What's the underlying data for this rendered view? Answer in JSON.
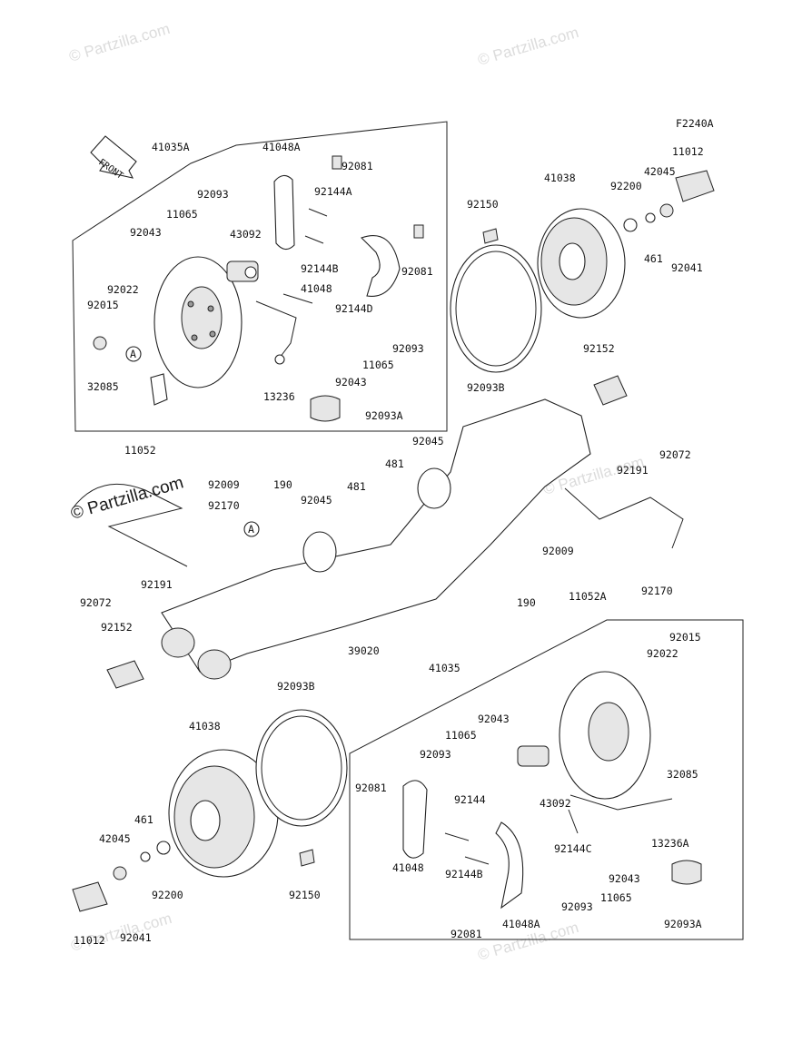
{
  "diagram": {
    "figure_code": "F2240A",
    "direction_label": "FRONT",
    "callout_marker": "A",
    "watermark": "© Partzilla.com",
    "part_labels": [
      "41035A",
      "41048A",
      "92081",
      "92093",
      "92144A",
      "11065",
      "92043",
      "43092",
      "92144B",
      "92081",
      "92022",
      "41048",
      "92015",
      "92144D",
      "92093",
      "11065",
      "92043",
      "32085",
      "13236",
      "92093A",
      "41038",
      "42045",
      "11012",
      "92150",
      "92200",
      "461",
      "92041",
      "92093B",
      "92152",
      "11052",
      "92009",
      "190",
      "92045",
      "481",
      "92045",
      "481",
      "92072",
      "92191",
      "92170",
      "92191",
      "92072",
      "92009",
      "11052A",
      "92170",
      "92152",
      "39020",
      "190",
      "41035",
      "92015",
      "92022",
      "92043",
      "92093B",
      "41038",
      "11065",
      "92093",
      "32085",
      "92081",
      "92144",
      "43092",
      "461",
      "42045",
      "41048",
      "92144C",
      "13236A",
      "92144B",
      "92043",
      "92200",
      "92150",
      "11065",
      "92093",
      "92081",
      "41048A",
      "92093A",
      "11012",
      "92041"
    ]
  }
}
